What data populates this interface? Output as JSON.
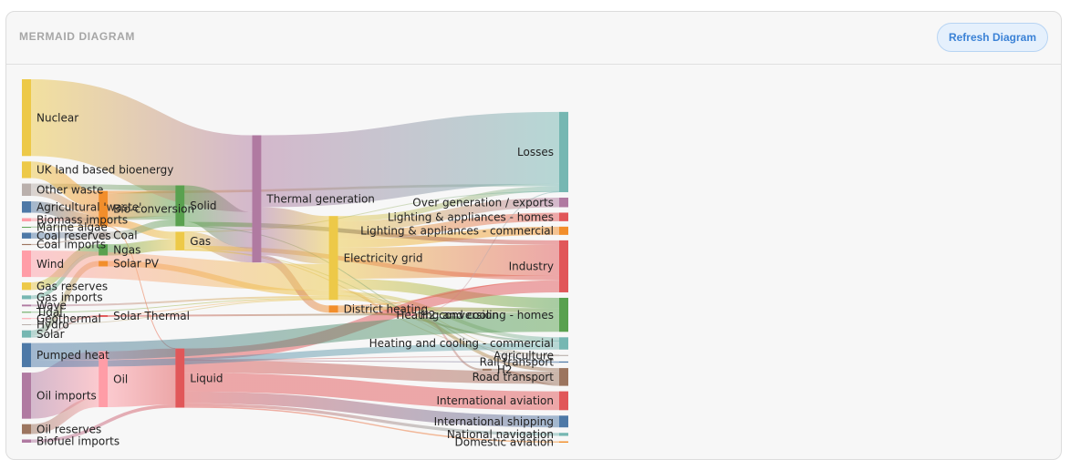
{
  "header": {
    "title": "MERMAID DIAGRAM",
    "refresh_label": "Refresh Diagram"
  },
  "chart_data": {
    "type": "sankey",
    "nodes": [
      {
        "id": "agri_waste",
        "label": "Agricultural 'waste'",
        "color": "#4e79a7"
      },
      {
        "id": "bio_conv",
        "label": "Bio-conversion",
        "color": "#f28e2b"
      },
      {
        "id": "liquid",
        "label": "Liquid",
        "color": "#e15759"
      },
      {
        "id": "losses",
        "label": "Losses",
        "color": "#76b7b2"
      },
      {
        "id": "solid",
        "label": "Solid",
        "color": "#59a14f"
      },
      {
        "id": "gas",
        "label": "Gas",
        "color": "#edc948"
      },
      {
        "id": "biofuel_imports",
        "label": "Biofuel imports",
        "color": "#b07aa1"
      },
      {
        "id": "biomass_imports",
        "label": "Biomass imports",
        "color": "#ff9da7"
      },
      {
        "id": "coal_imports",
        "label": "Coal imports",
        "color": "#9c755f"
      },
      {
        "id": "coal",
        "label": "Coal",
        "color": "#bab0ac"
      },
      {
        "id": "coal_reserves",
        "label": "Coal reserves",
        "color": "#4e79a7"
      },
      {
        "id": "district_heating",
        "label": "District heating",
        "color": "#f28e2b"
      },
      {
        "id": "industry",
        "label": "Industry",
        "color": "#e15759"
      },
      {
        "id": "hc_commercial",
        "label": "Heating and cooling - commercial",
        "color": "#76b7b2"
      },
      {
        "id": "hc_homes",
        "label": "Heating and cooling - homes",
        "color": "#59a14f"
      },
      {
        "id": "electricity_grid",
        "label": "Electricity grid",
        "color": "#edc948"
      },
      {
        "id": "over_gen",
        "label": "Over generation / exports",
        "color": "#b07aa1"
      },
      {
        "id": "h2_conv",
        "label": "H2 conversion",
        "color": "#ff9da7"
      },
      {
        "id": "road_transport",
        "label": "Road transport",
        "color": "#9c755f"
      },
      {
        "id": "agriculture",
        "label": "Agriculture",
        "color": "#bab0ac"
      },
      {
        "id": "rail_transport",
        "label": "Rail transport",
        "color": "#4e79a7"
      },
      {
        "id": "la_commercial",
        "label": "Lighting & appliances - commercial",
        "color": "#f28e2b"
      },
      {
        "id": "la_homes",
        "label": "Lighting & appliances - homes",
        "color": "#e15759"
      },
      {
        "id": "gas_imports",
        "label": "Gas imports",
        "color": "#76b7b2"
      },
      {
        "id": "ngas",
        "label": "Ngas",
        "color": "#59a14f"
      },
      {
        "id": "gas_reserves",
        "label": "Gas reserves",
        "color": "#edc948"
      },
      {
        "id": "thermal_gen",
        "label": "Thermal generation",
        "color": "#b07aa1"
      },
      {
        "id": "geothermal",
        "label": "Geothermal",
        "color": "#ff9da7"
      },
      {
        "id": "h2",
        "label": "H2",
        "color": "#9c755f"
      },
      {
        "id": "hydro",
        "label": "Hydro",
        "color": "#bab0ac"
      },
      {
        "id": "intl_shipping",
        "label": "International shipping",
        "color": "#4e79a7"
      },
      {
        "id": "domestic_aviation",
        "label": "Domestic aviation",
        "color": "#f28e2b"
      },
      {
        "id": "intl_aviation",
        "label": "International aviation",
        "color": "#e15759"
      },
      {
        "id": "national_navigation",
        "label": "National navigation",
        "color": "#76b7b2"
      },
      {
        "id": "marine_algae",
        "label": "Marine algae",
        "color": "#59a14f"
      },
      {
        "id": "nuclear",
        "label": "Nuclear",
        "color": "#edc948"
      },
      {
        "id": "oil_imports",
        "label": "Oil imports",
        "color": "#b07aa1"
      },
      {
        "id": "oil",
        "label": "Oil",
        "color": "#ff9da7"
      },
      {
        "id": "oil_reserves",
        "label": "Oil reserves",
        "color": "#9c755f"
      },
      {
        "id": "other_waste",
        "label": "Other waste",
        "color": "#bab0ac"
      },
      {
        "id": "pumped_heat",
        "label": "Pumped heat",
        "color": "#4e79a7"
      },
      {
        "id": "solar_pv",
        "label": "Solar PV",
        "color": "#f28e2b"
      },
      {
        "id": "solar_thermal",
        "label": "Solar Thermal",
        "color": "#e15759"
      },
      {
        "id": "solar",
        "label": "Solar",
        "color": "#76b7b2"
      },
      {
        "id": "tidal",
        "label": "Tidal",
        "color": "#59a14f"
      },
      {
        "id": "uk_land_bio",
        "label": "UK land based bioenergy",
        "color": "#edc948"
      },
      {
        "id": "wave",
        "label": "Wave",
        "color": "#b07aa1"
      },
      {
        "id": "wind",
        "label": "Wind",
        "color": "#ff9da7"
      }
    ],
    "links": [
      {
        "source": "agri_waste",
        "target": "bio_conv",
        "value": 124.729
      },
      {
        "source": "bio_conv",
        "target": "liquid",
        "value": 0.597
      },
      {
        "source": "bio_conv",
        "target": "losses",
        "value": 26.862
      },
      {
        "source": "bio_conv",
        "target": "solid",
        "value": 280.322
      },
      {
        "source": "bio_conv",
        "target": "gas",
        "value": 81.144
      },
      {
        "source": "biofuel_imports",
        "target": "liquid",
        "value": 35
      },
      {
        "source": "biomass_imports",
        "target": "solid",
        "value": 35
      },
      {
        "source": "coal_imports",
        "target": "coal",
        "value": 11.606
      },
      {
        "source": "coal_reserves",
        "target": "coal",
        "value": 63.965
      },
      {
        "source": "coal",
        "target": "solid",
        "value": 75.571
      },
      {
        "source": "district_heating",
        "target": "industry",
        "value": 10.639
      },
      {
        "source": "district_heating",
        "target": "hc_commercial",
        "value": 22.505
      },
      {
        "source": "district_heating",
        "target": "hc_homes",
        "value": 46.184
      },
      {
        "source": "electricity_grid",
        "target": "over_gen",
        "value": 104.453
      },
      {
        "source": "electricity_grid",
        "target": "hc_homes",
        "value": 113.726
      },
      {
        "source": "electricity_grid",
        "target": "h2_conv",
        "value": 27.14
      },
      {
        "source": "electricity_grid",
        "target": "industry",
        "value": 342.165
      },
      {
        "source": "electricity_grid",
        "target": "road_transport",
        "value": 37.797
      },
      {
        "source": "electricity_grid",
        "target": "agriculture",
        "value": 4.412
      },
      {
        "source": "electricity_grid",
        "target": "hc_commercial",
        "value": 40.858
      },
      {
        "source": "electricity_grid",
        "target": "losses",
        "value": 56.691
      },
      {
        "source": "electricity_grid",
        "target": "rail_transport",
        "value": 7.863
      },
      {
        "source": "electricity_grid",
        "target": "la_commercial",
        "value": 90.008
      },
      {
        "source": "electricity_grid",
        "target": "la_homes",
        "value": 93.494
      },
      {
        "source": "gas_imports",
        "target": "ngas",
        "value": 40.719
      },
      {
        "source": "gas_reserves",
        "target": "ngas",
        "value": 82.233
      },
      {
        "source": "gas",
        "target": "hc_commercial",
        "value": 0.129
      },
      {
        "source": "gas",
        "target": "losses",
        "value": 1.401
      },
      {
        "source": "gas",
        "target": "thermal_gen",
        "value": 151.891
      },
      {
        "source": "gas",
        "target": "agriculture",
        "value": 2.096
      },
      {
        "source": "gas",
        "target": "industry",
        "value": 48.58
      },
      {
        "source": "geothermal",
        "target": "electricity_grid",
        "value": 7.013
      },
      {
        "source": "h2_conv",
        "target": "h2",
        "value": 20.897
      },
      {
        "source": "h2_conv",
        "target": "losses",
        "value": 6.242
      },
      {
        "source": "h2",
        "target": "road_transport",
        "value": 20.897
      },
      {
        "source": "hydro",
        "target": "electricity_grid",
        "value": 6.995
      },
      {
        "source": "liquid",
        "target": "industry",
        "value": 121.066
      },
      {
        "source": "liquid",
        "target": "intl_shipping",
        "value": 128.69
      },
      {
        "source": "liquid",
        "target": "road_transport",
        "value": 135.835
      },
      {
        "source": "liquid",
        "target": "domestic_aviation",
        "value": 14.458
      },
      {
        "source": "liquid",
        "target": "intl_aviation",
        "value": 206.267
      },
      {
        "source": "liquid",
        "target": "agriculture",
        "value": 3.64
      },
      {
        "source": "liquid",
        "target": "national_navigation",
        "value": 33.218
      },
      {
        "source": "liquid",
        "target": "rail_transport",
        "value": 4.413
      },
      {
        "source": "marine_algae",
        "target": "bio_conv",
        "value": 4.375
      },
      {
        "source": "ngas",
        "target": "gas",
        "value": 122.952
      },
      {
        "source": "nuclear",
        "target": "thermal_gen",
        "value": 839.978
      },
      {
        "source": "oil_imports",
        "target": "oil",
        "value": 504.287
      },
      {
        "source": "oil_reserves",
        "target": "oil",
        "value": 107.703
      },
      {
        "source": "oil",
        "target": "liquid",
        "value": 611.99
      },
      {
        "source": "other_waste",
        "target": "solid",
        "value": 56.587
      },
      {
        "source": "other_waste",
        "target": "bio_conv",
        "value": 77.81
      },
      {
        "source": "pumped_heat",
        "target": "hc_homes",
        "value": 193.026
      },
      {
        "source": "pumped_heat",
        "target": "hc_commercial",
        "value": 70.672
      },
      {
        "source": "solar_pv",
        "target": "electricity_grid",
        "value": 59.901
      },
      {
        "source": "solar_thermal",
        "target": "hc_homes",
        "value": 19.263
      },
      {
        "source": "solar",
        "target": "solar_thermal",
        "value": 19.263
      },
      {
        "source": "solar",
        "target": "solar_pv",
        "value": 59.901
      },
      {
        "source": "solid",
        "target": "agriculture",
        "value": 0.882
      },
      {
        "source": "solid",
        "target": "thermal_gen",
        "value": 400.12
      },
      {
        "source": "solid",
        "target": "industry",
        "value": 46.477
      },
      {
        "source": "thermal_gen",
        "target": "electricity_grid",
        "value": 525.531
      },
      {
        "source": "thermal_gen",
        "target": "losses",
        "value": 787.129
      },
      {
        "source": "thermal_gen",
        "target": "district_heating",
        "value": 79.329
      },
      {
        "source": "tidal",
        "target": "electricity_grid",
        "value": 9.452
      },
      {
        "source": "uk_land_bio",
        "target": "bio_conv",
        "value": 182.01
      },
      {
        "source": "wave",
        "target": "electricity_grid",
        "value": 19.013
      },
      {
        "source": "wind",
        "target": "electricity_grid",
        "value": 289.366
      }
    ]
  }
}
